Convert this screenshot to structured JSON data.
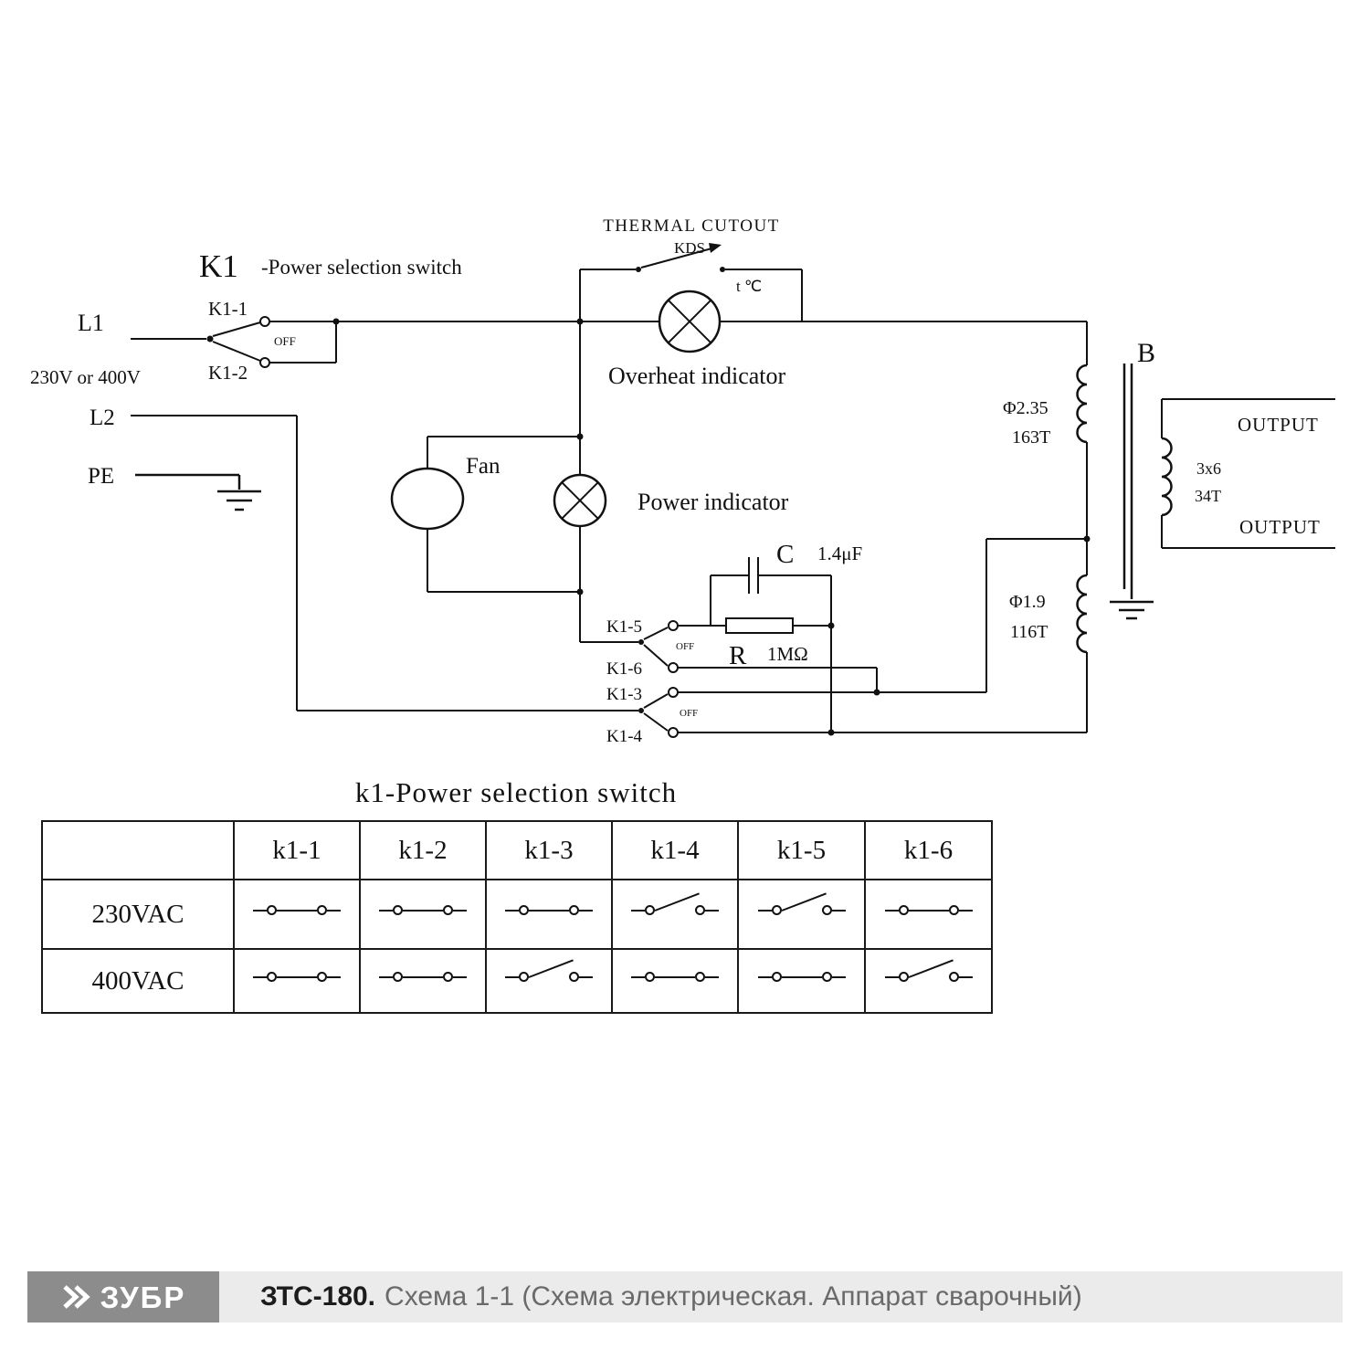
{
  "schematic": {
    "thermal_cutout_label": "THERMAL  CUTOUT",
    "kds_label": "KDS",
    "k1_name": "K1",
    "k1_desc": "-Power selection switch",
    "input": {
      "l1": "L1",
      "l2": "L2",
      "pe": "PE",
      "voltage": "230V or 400V"
    },
    "contacts": {
      "k1_1": "K1-1",
      "k1_2": "K1-2",
      "k1_3": "K1-3",
      "k1_4": "K1-4",
      "k1_5": "K1-5",
      "k1_6": "K1-6",
      "off_top": "OFF",
      "off_mid": "OFF",
      "off_bottom": "OFF"
    },
    "components": {
      "fan": "Fan",
      "overheat_indicator": "Overheat indicator",
      "power_indicator": "Power indicator",
      "thermal_temp": "t ℃",
      "capacitor_label": "C",
      "capacitor_value": "1.4μF",
      "resistor_label": "R",
      "resistor_value": "1MΩ"
    },
    "transformer": {
      "name": "B",
      "primary1_wire": "Φ2.35",
      "primary1_turns": "163T",
      "primary2_wire": "Φ1.9",
      "primary2_turns": "116T",
      "secondary_wire": "3x6",
      "secondary_turns": "34T",
      "output_top": "OUTPUT",
      "output_bottom": "OUTPUT"
    }
  },
  "table": {
    "title": "k1-Power selection switch",
    "columns": [
      "k1-1",
      "k1-2",
      "k1-3",
      "k1-4",
      "k1-5",
      "k1-6"
    ],
    "rows": [
      {
        "label": "230VAC",
        "states": [
          "closed",
          "closed",
          "closed",
          "open",
          "open",
          "closed"
        ]
      },
      {
        "label": "400VAC",
        "states": [
          "closed",
          "closed",
          "open",
          "closed",
          "closed",
          "open"
        ]
      }
    ]
  },
  "footer": {
    "logo_text": "ЗУБР",
    "model": "ЗТС-180.",
    "caption": "Схема 1-1 (Схема электрическая. Аппарат сварочный)"
  }
}
